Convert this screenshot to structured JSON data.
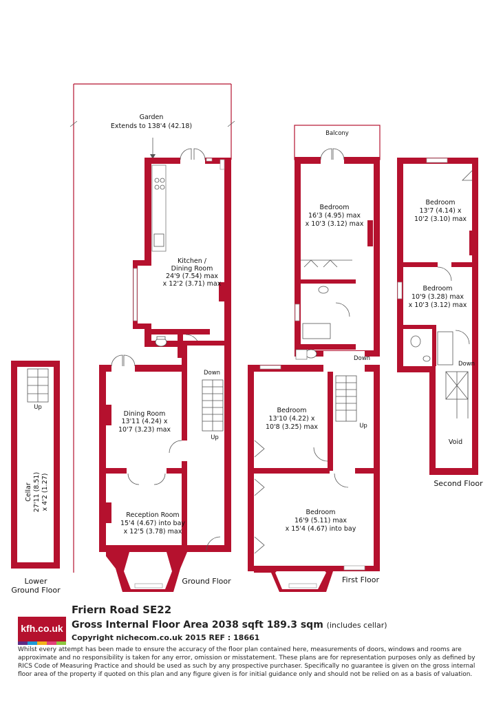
{
  "garden": {
    "label": "Garden",
    "extent": "Extends to 138'4 (42.18)"
  },
  "balcony": "Balcony",
  "rooms": {
    "kitchen": {
      "name": "Kitchen /",
      "name2": "Dining Room",
      "dim1": "24'9 (7.54) max",
      "dim2": "x 12'2 (3.71) max"
    },
    "dining": {
      "name": "Dining Room",
      "dim1": "13'11 (4.24) x",
      "dim2": "10'7 (3.23) max"
    },
    "reception": {
      "name": "Reception Room",
      "dim1": "15'4 (4.67) into bay",
      "dim2": "x 12'5 (3.78) max"
    },
    "cellar": {
      "name": "Cellar",
      "dim1": "27'11 (8.51)",
      "dim2": "x 4'2 (1.27)"
    },
    "first_bed_rear": {
      "name": "Bedroom",
      "dim1": "16'3 (4.95) max",
      "dim2": "x 10'3 (3.12) max"
    },
    "first_bed_mid": {
      "name": "Bedroom",
      "dim1": "13'10 (4.22) x",
      "dim2": "10'8 (3.25) max"
    },
    "first_bed_front": {
      "name": "Bedroom",
      "dim1": "16'9 (5.11) max",
      "dim2": "x 15'4 (4.67) into bay"
    },
    "second_bed_rear": {
      "name": "Bedroom",
      "dim1": "13'7 (4.14) x",
      "dim2": "10'2 (3.10) max"
    },
    "second_bed_front": {
      "name": "Bedroom",
      "dim1": "10'9 (3.28) max",
      "dim2": "x 10'3 (3.12) max"
    },
    "void": {
      "name": "Void"
    }
  },
  "stairs": {
    "up": "Up",
    "down": "Down"
  },
  "floors": {
    "lower": {
      "line1": "Lower",
      "line2": "Ground Floor"
    },
    "ground": "Ground Floor",
    "first": "First Floor",
    "second": "Second Floor"
  },
  "footer": {
    "logo": "kfh.co.uk",
    "logo_colors": [
      "#5b2d86",
      "#1f9ad6",
      "#f2b21a",
      "#e2417a",
      "#8dc63f"
    ],
    "address": "Friern Road  SE22",
    "area": "Gross Internal Floor Area 2038 sqft 189.3 sqm",
    "area_note": "(includes cellar)",
    "copyright": "Copyright nichecom.co.uk 2015 REF : 18661",
    "disclaimer": "Whilst every attempt has been made to ensure the accuracy of the floor plan contained here, measurements of doors, windows and rooms are approximate and no responsibility is taken for any error, omission or misstatement.  These plans are for representation purposes only as defined by RICS Code of Measuring Practice and should be used as such by any prospective purchaser.  Specifically no guarantee is given on the gross internal floor area of the property if quoted on this plan and any figure given is for initial guidance only and should not be relied on as a basis of valuation."
  },
  "colors": {
    "wall": "#b5112e"
  }
}
